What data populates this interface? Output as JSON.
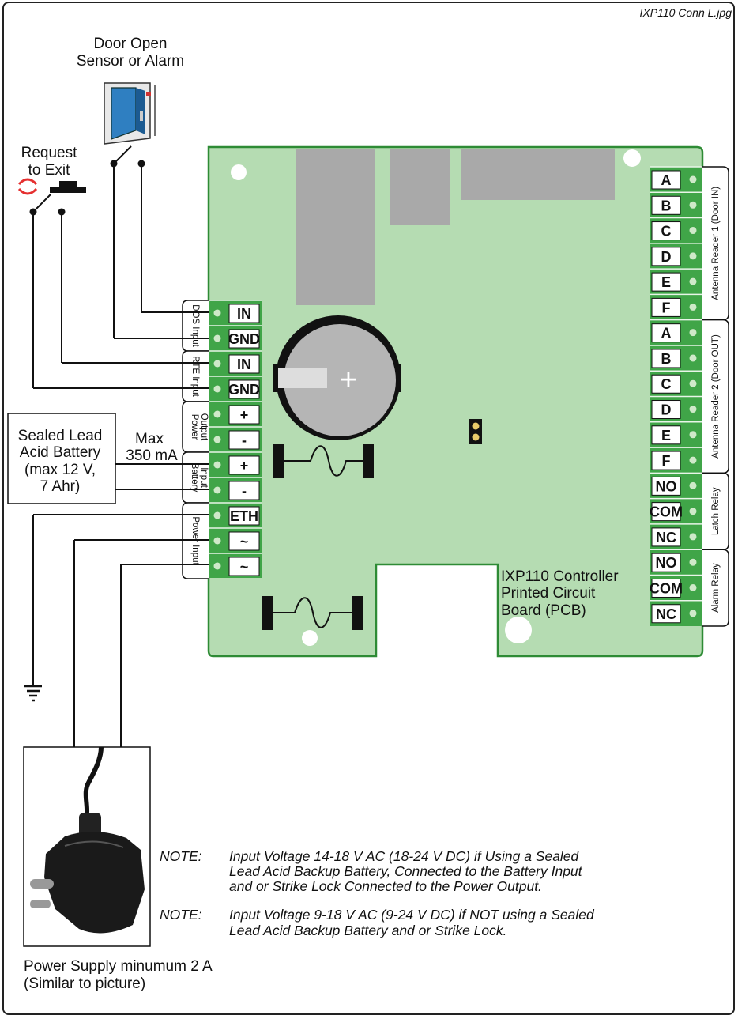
{
  "image_label": "IXP110 Conn L.jpg",
  "door_sensor": {
    "line1": "Door Open",
    "line2": "Sensor or Alarm"
  },
  "rte": {
    "line1": "Request",
    "line2": "to Exit"
  },
  "battery": {
    "line1": "Sealed Lead",
    "line2": "Acid Battery",
    "line3": "(max 12 V,",
    "line4": "7 Ahr)"
  },
  "max_current": {
    "line1": "Max",
    "line2": "350 mA"
  },
  "controller": {
    "line1": "IXP110 Controller",
    "line2": "Printed Circuit",
    "line3": "Board (PCB)"
  },
  "left_terminals": {
    "groups": [
      "DOS Input",
      "RTE Input",
      "Power Output",
      "Battery Input",
      "Power Input"
    ],
    "group_power_output_l1": "Power",
    "group_power_output_l2": "Output",
    "group_battery_l1": "Battery",
    "group_battery_l2": "Input",
    "pins": [
      "IN",
      "GND",
      "IN",
      "GND",
      "+",
      "-",
      "+",
      "-",
      "ETH",
      "~",
      "~"
    ]
  },
  "right_terminals": {
    "groups": [
      "Antenna Reader 1 (Door IN)",
      "Antenna Reader 2 (Door OUT)",
      "Latch Relay",
      "Alarm Relay"
    ],
    "pins": [
      "A",
      "B",
      "C",
      "D",
      "E",
      "F",
      "A",
      "B",
      "C",
      "D",
      "E",
      "F",
      "NO",
      "COM",
      "NC",
      "NO",
      "COM",
      "NC"
    ]
  },
  "coin_cell_symbol": "+",
  "notes": [
    {
      "label": "NOTE:",
      "line1": "Input Voltage 14-18 V AC (18-24 V DC) if Using a Sealed",
      "line2": "Lead Acid Backup Battery, Connected to the Battery Input",
      "line3": "and or Strike Lock Connected to the Power Output."
    },
    {
      "label": "NOTE:",
      "line1": "Input Voltage 9-18 V AC (9-24 V DC) if NOT using a Sealed",
      "line2": "Lead Acid Backup Battery and or Strike Lock."
    }
  ],
  "power_supply": {
    "line1": "Power Supply minumum 2 A",
    "line2": "(Similar to picture)"
  },
  "colors": {
    "pcb": "#b5dcb2",
    "pcb_border": "#2e8b35",
    "terminal": "#40a548",
    "chip": "#a9a9a9"
  }
}
